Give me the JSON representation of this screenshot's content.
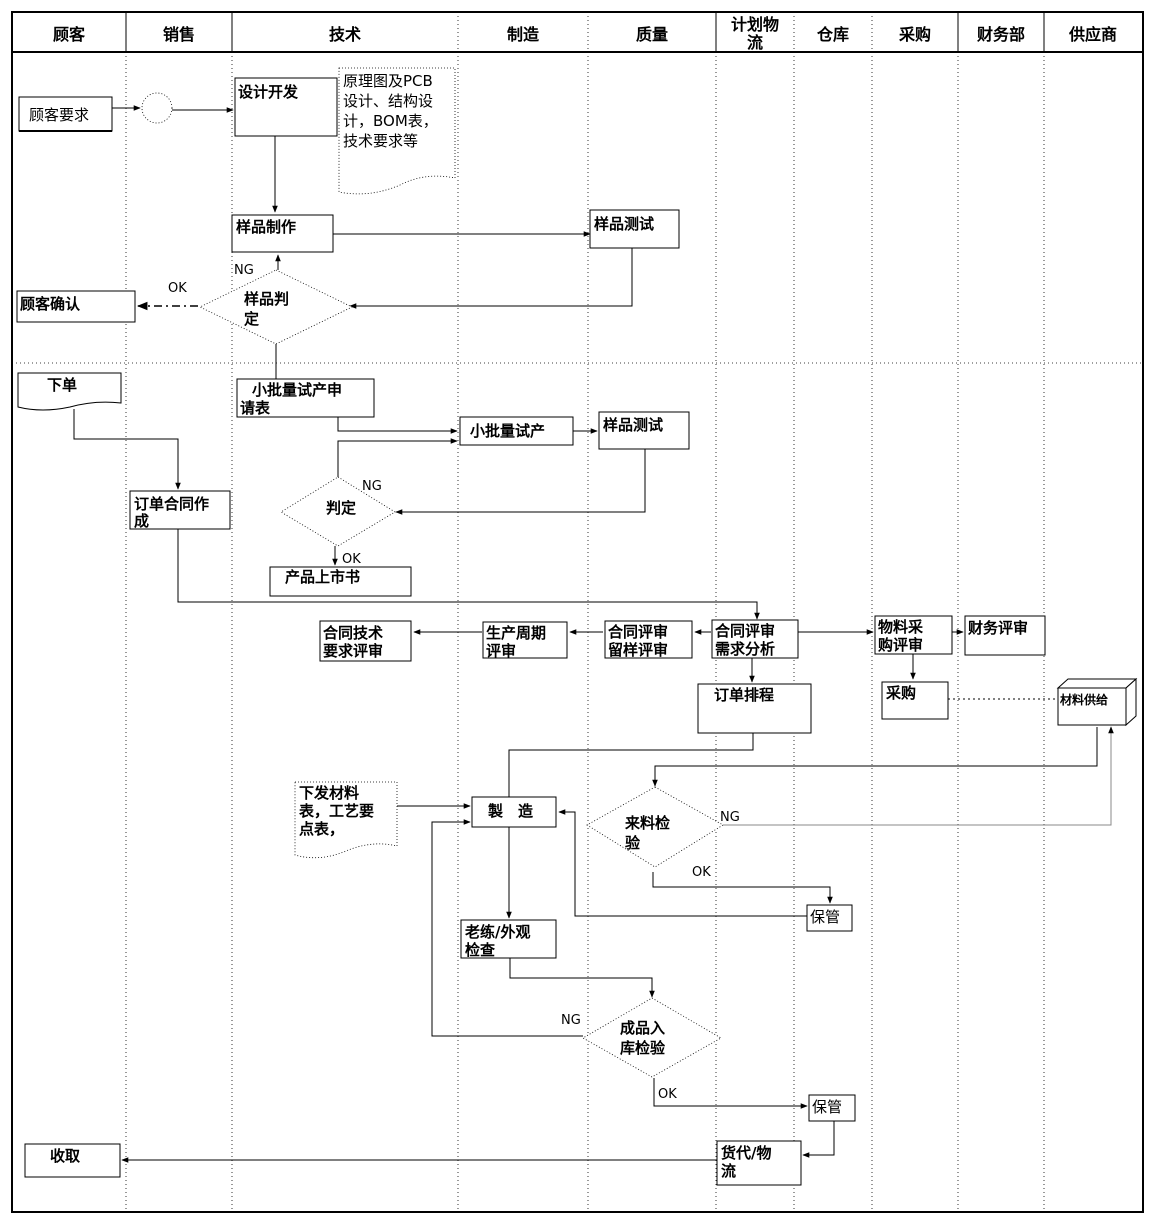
{
  "lanes": [
    "顾客",
    "销售",
    "技术",
    "制造",
    "质量",
    "计划物流",
    "仓库",
    "采购",
    "财务部",
    "供应商"
  ],
  "nodes": {
    "customer_req": "顾客要求",
    "design_dev": "设计开发",
    "doc_design": [
      "原理图及PCB",
      "设计、结构设",
      "计，BOM表，",
      "技术要求等"
    ],
    "sample_make": "样品制作",
    "sample_test1": "样品测试",
    "sample_judge": [
      "样品判",
      "定"
    ],
    "customer_confirm": "顾客确认",
    "order": "下单",
    "trial_apply": [
      "小批量试产申",
      "请表"
    ],
    "trial_prod": "小批量试产",
    "sample_test2": "样品测试",
    "judge": "判定",
    "launch": "产品上市书",
    "contract_make": [
      "订单合同作",
      "成"
    ],
    "contract_tech": [
      "合同技术",
      "要求评审"
    ],
    "cycle_review": [
      "生产周期",
      "评审"
    ],
    "sample_review": [
      "合同评审",
      "留样评审"
    ],
    "demand_review": [
      "合同评审",
      "需求分析"
    ],
    "material_review": [
      "物料采",
      "购评审"
    ],
    "finance_review": "财务评审",
    "schedule": "订单排程",
    "purchase": "采购",
    "supply": "材料供给",
    "issue_docs": [
      "下发材料",
      "表，工艺要",
      "点表，"
    ],
    "manufacture": "製　造",
    "incoming_check": [
      "来料检",
      "验"
    ],
    "storage1": "保管",
    "aging_check": [
      "老练/外观",
      "检查"
    ],
    "final_check": [
      "成品入",
      "库检验"
    ],
    "storage2": "保管",
    "forwarder": [
      "货代/物",
      "流"
    ],
    "receive": "收取"
  },
  "flags": {
    "ok": "OK",
    "ng": "NG"
  }
}
